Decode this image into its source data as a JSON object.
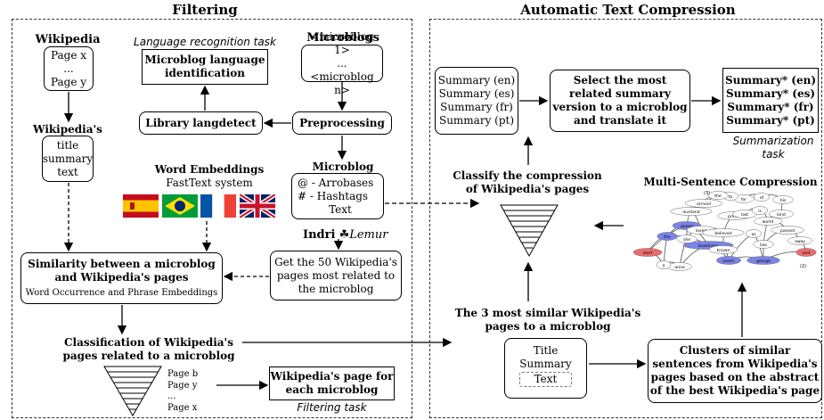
{
  "filtering": {
    "title": "Filtering",
    "wikipedia": {
      "label": "Wikipedia",
      "pages": [
        "Page x",
        "...",
        "Page y"
      ]
    },
    "language_task": "Language recognition task",
    "microblogs": {
      "label": "Microblogs",
      "items": [
        "<microblog 1>",
        "...",
        "<microblog n>"
      ]
    },
    "lang_id_box": "Microblog language identification",
    "langdetect": "Library langdetect",
    "preprocessing": "Preprocessing",
    "wiki_page": {
      "label": "Wikipedia's page",
      "fields": [
        "title",
        "summary",
        "text"
      ]
    },
    "word_embeddings": {
      "label": "Word Embeddings",
      "sub": "FastText system"
    },
    "microblog": {
      "label": "Microblog",
      "fields": [
        "@ - Arrobases",
        "# - Hashtags",
        "Text"
      ]
    },
    "indri": {
      "left": "Indri",
      "right": "Lemur"
    },
    "get50": "Get the 50 Wikipedia's pages most related to the microblog",
    "similarity": {
      "title": "Similarity between a microblog and Wikipedia's pages",
      "sub": "Word Occurrence and Phrase Embeddings"
    },
    "classification": "Classification of Wikipedia's pages related to a microblog",
    "ranked_pages": [
      "Page b",
      "Page y",
      "...",
      "Page x"
    ],
    "result_box": "Wikipedia's page for each microblog",
    "filtering_task": "Filtering task"
  },
  "compression": {
    "title": "Automatic Text Compression",
    "summaries": [
      "Summary (en)",
      "Summary (es)",
      "Summary (fr)",
      "Summary (pt)"
    ],
    "select_box": "Select the most related summary version to a microblog and translate it",
    "summaries_star": [
      "Summary* (en)",
      "Summary* (es)",
      "Summary* (fr)",
      "Summary* (pt)"
    ],
    "summarization_task": "Summarization task",
    "classify": "Classify the compression of Wikipedia's pages",
    "msc_title": "Multi-Sentence Compression",
    "three_similar": "The 3 most similar Wikipedia's pages to a microblog",
    "doc_fields": [
      "Title",
      "Summary",
      "Text"
    ],
    "clusters": "Clusters of similar sentences from Wikipedia's pages based on the abstract of the best Wikipedia's page"
  },
  "graph": {
    "words": [
      "start",
      "the",
      "queen",
      "loneliness",
      "loved",
      "she",
      "loveland",
      "anne",
      "seem",
      "believed",
      "known",
      "arrived",
      "george",
      "has",
      "passed",
      "away",
      "end",
      "prince",
      "world",
      "kind",
      "last",
      "is",
      "for",
      "his",
      "to",
      "the",
      "of",
      "a",
      "as"
    ],
    "numbers": [
      "(3)",
      "(2)"
    ]
  },
  "colors": {
    "node_blue": "#7b83e8",
    "node_red": "#ec6b6b",
    "edge": "#555555"
  }
}
